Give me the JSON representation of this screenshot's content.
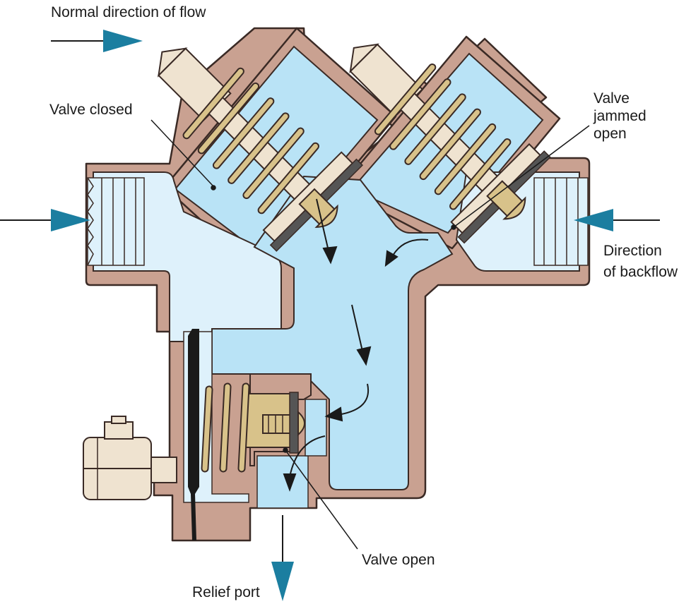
{
  "labels": {
    "normal_flow": "Normal direction of flow",
    "valve_closed": "Valve closed",
    "valve_jammed": [
      "Valve",
      "jammed",
      "open"
    ],
    "backflow": [
      "Direction",
      "of backflow"
    ],
    "valve_open": "Valve open",
    "relief_port": "Relief port"
  },
  "colors": {
    "body": "#c9a191",
    "body_outline": "#3a2a25",
    "fluid": "#b9e3f6",
    "fluid_light": "#def1fb",
    "spring": "#d8c28a",
    "metal": "#efe3d0",
    "arrow_blue": "#1b7ea0",
    "seat_dark": "#555555"
  }
}
